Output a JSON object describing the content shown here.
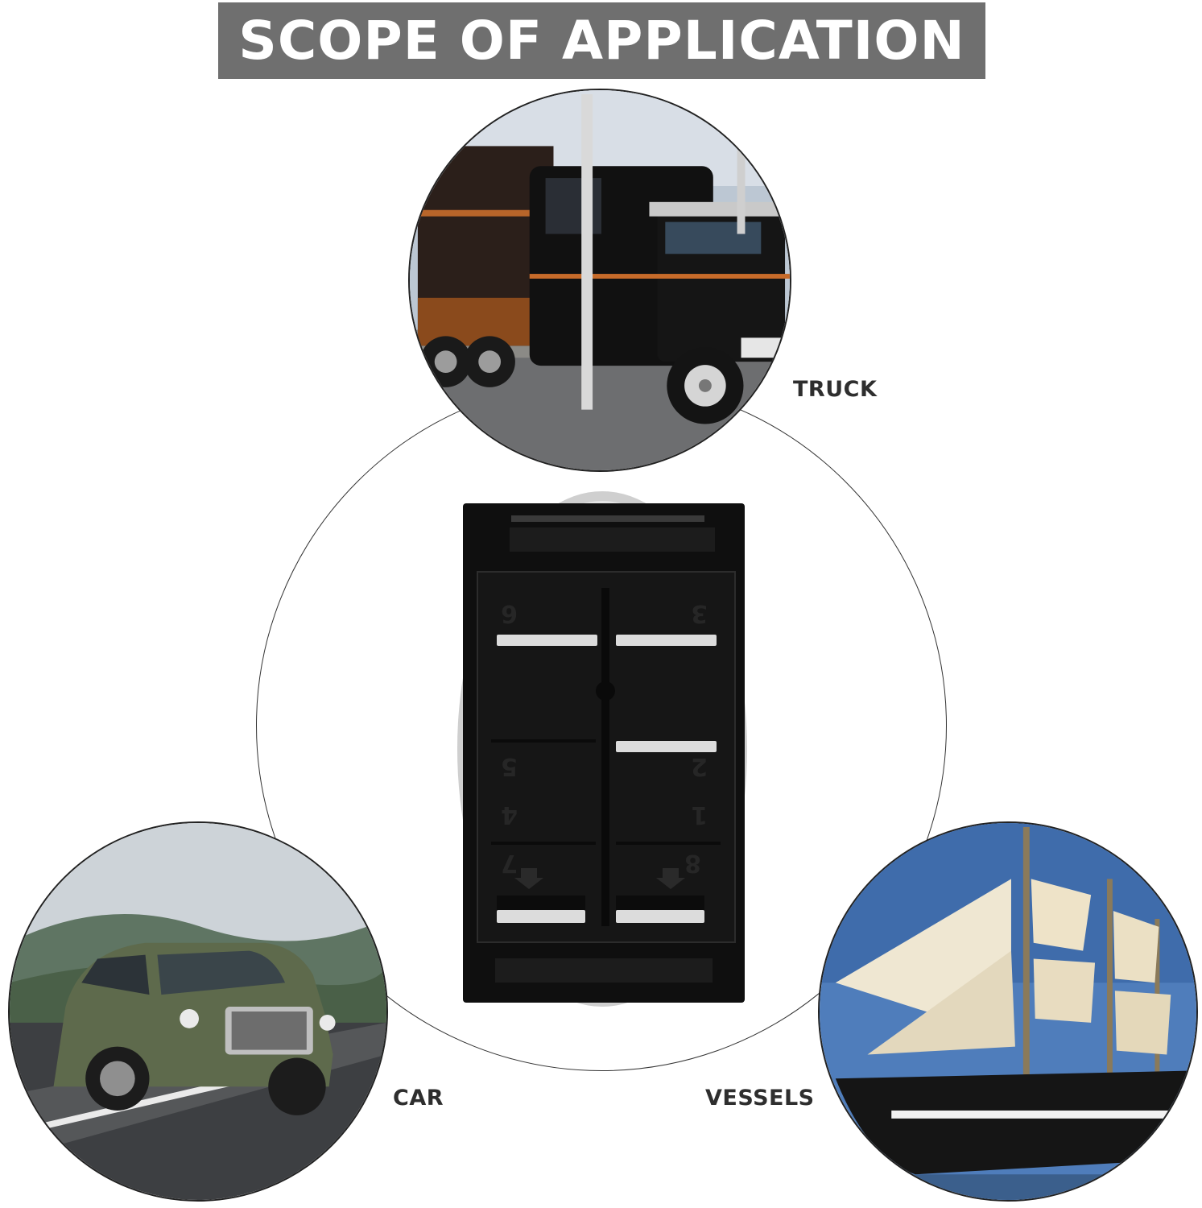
{
  "banner": {
    "title": "SCOPE OF APPLICATION"
  },
  "applications": [
    {
      "label": "TRUCK",
      "image": "truck-photo"
    },
    {
      "label": "CAR",
      "image": "car-photo"
    },
    {
      "label": "VESSELS",
      "image": "sailing-ship-photo"
    }
  ],
  "product": {
    "image": "rocker-switch-back-view",
    "terminal_numbers": [
      "6",
      "3",
      "5",
      "2",
      "4",
      "1",
      "7",
      "8"
    ]
  }
}
